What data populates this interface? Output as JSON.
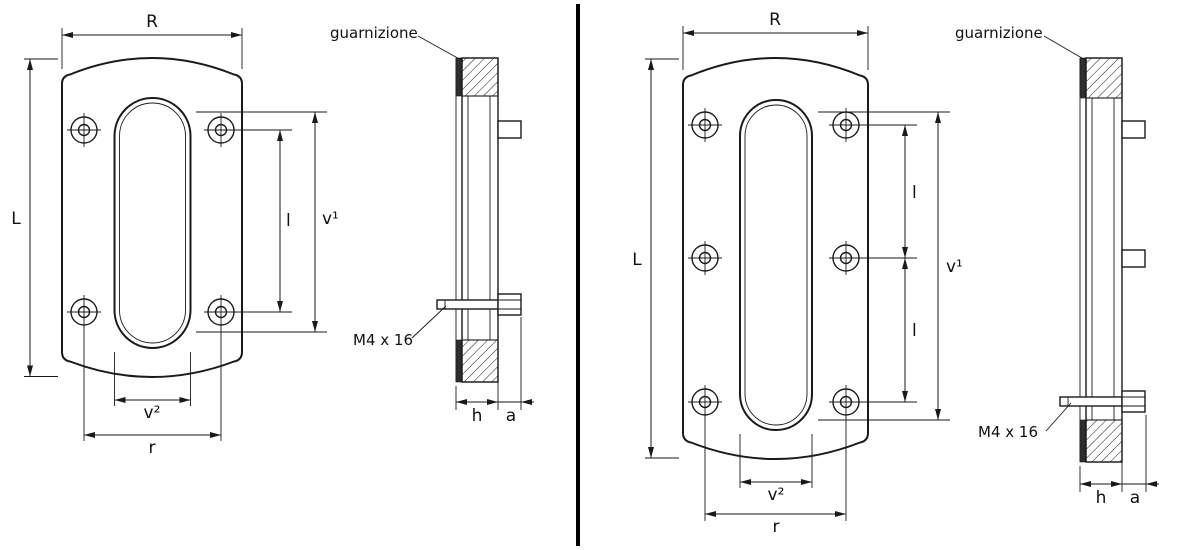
{
  "colors": {
    "line": "#1a1a1a",
    "background": "#ffffff",
    "divider": "#000000",
    "gasket_fill": "#2e2e2e"
  },
  "left": {
    "dim_R": "R",
    "dim_L": "L",
    "dim_l": "l",
    "dim_v1": "v¹",
    "dim_v2": "v²",
    "dim_r": "r",
    "dim_h": "h",
    "dim_a": "a",
    "gasket_label": "guarnizione",
    "screw_label": "M4 x 16"
  },
  "right": {
    "dim_R": "R",
    "dim_L": "L",
    "dim_l_top": "l",
    "dim_l_bottom": "l",
    "dim_v1": "v¹",
    "dim_v2": "v²",
    "dim_r": "r",
    "dim_h": "h",
    "dim_a": "a",
    "gasket_label": "guarnizione",
    "screw_label": "M4 x 16"
  }
}
